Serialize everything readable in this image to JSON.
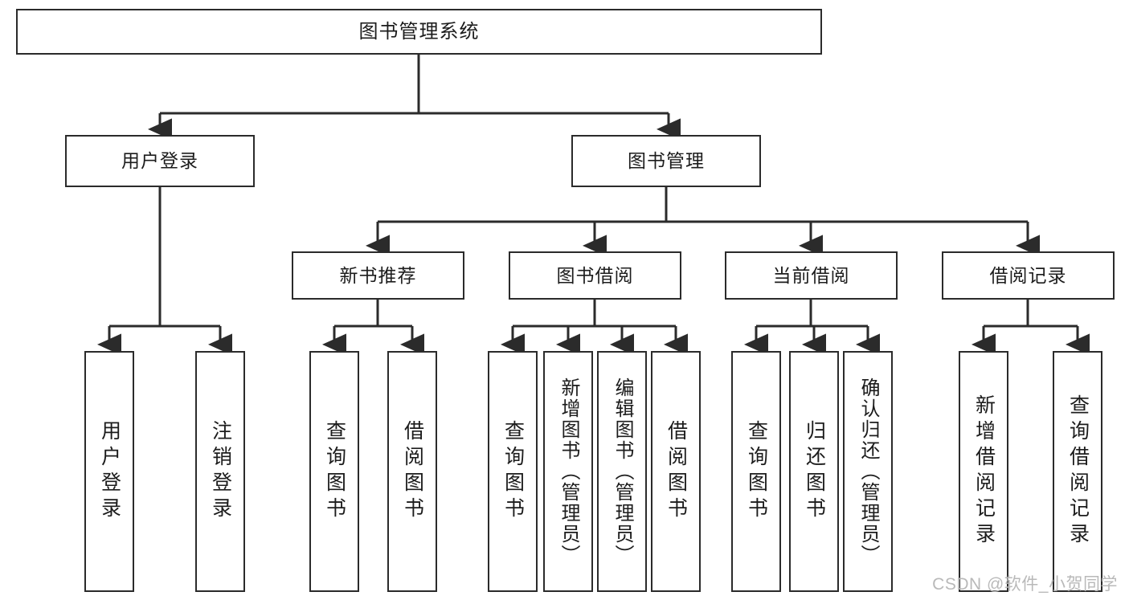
{
  "diagram": {
    "type": "tree-hierarchy",
    "title": "图书管理系统",
    "watermark": "CSDN @软件_小贺同学",
    "colors": {
      "box_border": "#2b2b2b",
      "box_fill": "#ffffff",
      "connector": "#2b2b2b",
      "text": "#1c1c1c",
      "watermark": "#b9b9b9"
    },
    "nodes": {
      "root": {
        "label": "图书管理系统"
      },
      "level2": [
        {
          "label": "用户登录"
        },
        {
          "label": "图书管理"
        }
      ],
      "level3": [
        {
          "label": "新书推荐"
        },
        {
          "label": "图书借阅"
        },
        {
          "label": "当前借阅"
        },
        {
          "label": "借阅记录"
        }
      ],
      "leaves": {
        "user_login": [
          {
            "label": "用户登录"
          },
          {
            "label": "注销登录"
          }
        ],
        "new_book": [
          {
            "label": "查询图书"
          },
          {
            "label": "借阅图书"
          }
        ],
        "borrow_book": [
          {
            "label": "查询图书"
          },
          {
            "label": "新增图书（管理员）"
          },
          {
            "label": "编辑图书（管理员）"
          },
          {
            "label": "借阅图书"
          }
        ],
        "current_borrow": [
          {
            "label": "查询图书"
          },
          {
            "label": "归还图书"
          },
          {
            "label": "确认归还（管理员）"
          }
        ],
        "borrow_record": [
          {
            "label": "新增借阅记录"
          },
          {
            "label": "查询借阅记录"
          }
        ]
      }
    }
  }
}
